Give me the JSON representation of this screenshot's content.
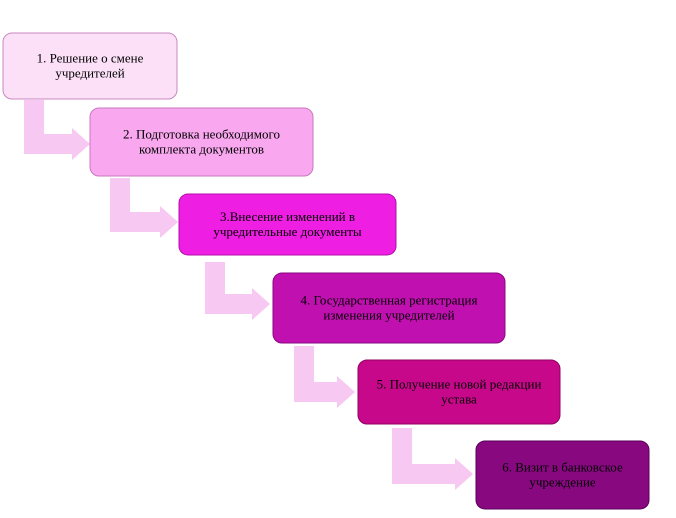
{
  "steps": [
    {
      "lines": [
        "1. Решение о смене",
        "учредителей"
      ],
      "fill": "#fbe0f7",
      "stroke": "#c888c0",
      "text_color": "#000000"
    },
    {
      "lines": [
        "2. Подготовка необходимого",
        "комплекта документов"
      ],
      "fill": "#f9a8f0",
      "stroke": "#c878c0",
      "text_color": "#000000"
    },
    {
      "lines": [
        "3.Внесение изменений в",
        "учредительные документы"
      ],
      "fill": "#ee1ee2",
      "stroke": "#b010a8",
      "text_color": "#000000"
    },
    {
      "lines": [
        "4. Государственная регистрация",
        "изменения учредителей"
      ],
      "fill": "#c010b0",
      "stroke": "#8a0880",
      "text_color": "#000000"
    },
    {
      "lines": [
        "5. Получение новой редакции",
        "устава"
      ],
      "fill": "#c8088a",
      "stroke": "#900060",
      "text_color": "#000000"
    },
    {
      "lines": [
        "6. Визит в банковское",
        "учреждение"
      ],
      "fill": "#880880",
      "stroke": "#5a0058",
      "text_color": "#000000"
    }
  ],
  "colors": {
    "connector_arrow": "#f7c8f2",
    "background": "#ffffff"
  }
}
